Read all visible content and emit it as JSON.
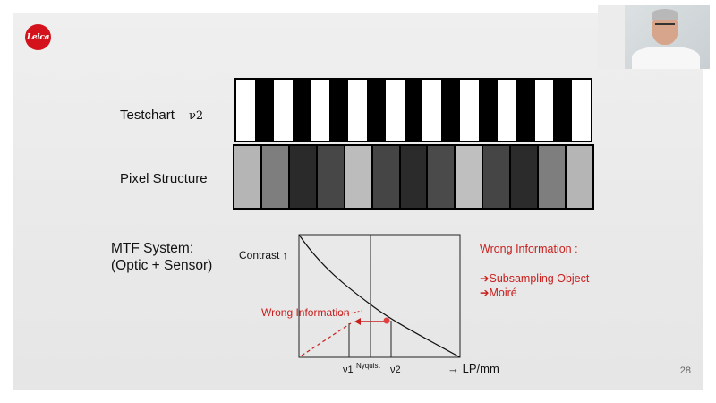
{
  "slide": {
    "logo_text": "Leica",
    "labels": {
      "testchart": "Testchart",
      "testchart_nu": "ν2",
      "pixel_structure": "Pixel Structure",
      "mtf_line1": "MTF System:",
      "mtf_line2": "(Optic + Sensor)"
    },
    "testchart_bars": 19,
    "pixel_shades": [
      "#b5b5b5",
      "#7e7e7e",
      "#2a2a2a",
      "#474747",
      "#bcbcbc",
      "#454545",
      "#2b2b2b",
      "#4a4a4a",
      "#bfbfbf",
      "#454545",
      "#2b2b2b",
      "#7e7e7e",
      "#b5b5b5"
    ],
    "wrong_info": {
      "title": "Wrong Information :",
      "bullets": [
        "Subsampling Object",
        "Moiré"
      ]
    },
    "page_number": "28",
    "colors": {
      "accent_red": "#c8201e",
      "logo_red": "#d3121b"
    }
  },
  "chart_data": {
    "type": "line",
    "ylabel": "Contrast ↑",
    "xlabel": "→ LP/mm",
    "annotation": "Wrong Information",
    "x_markers": [
      "ν1",
      "Nyquist",
      "ν2"
    ],
    "series": [
      {
        "values_desc": [
          1.0,
          0.7,
          0.47,
          0.3,
          0.17,
          0.07,
          0.0
        ]
      }
    ]
  }
}
